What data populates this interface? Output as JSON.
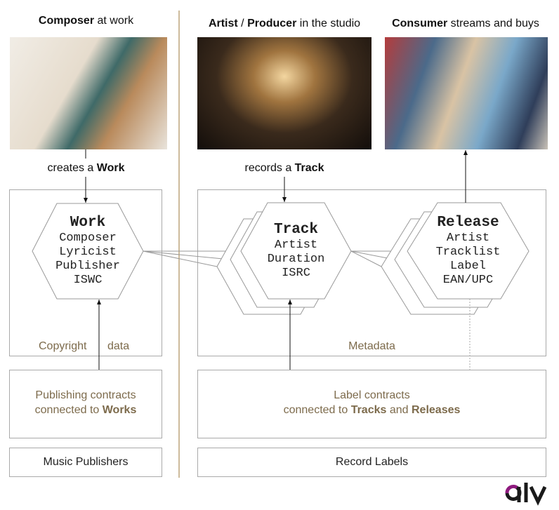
{
  "columns": {
    "composer": {
      "title_bold": "Composer",
      "title_rest": " at work",
      "action_prefix": "creates a ",
      "action_bold": "Work"
    },
    "artist": {
      "title_bold1": "Artist",
      "title_sep": " / ",
      "title_bold2": "Producer",
      "title_rest": " in the studio",
      "action_prefix": "records a ",
      "action_bold": "Track"
    },
    "consumer": {
      "title_bold": "Consumer",
      "title_rest": " streams and buys"
    }
  },
  "hexagons": {
    "work": {
      "title": "Work",
      "fields": [
        "Composer",
        "Lyricist",
        "Publisher",
        "ISWC"
      ]
    },
    "track": {
      "title": "Track",
      "fields": [
        "Artist",
        "Duration",
        "ISRC"
      ]
    },
    "release": {
      "title": "Release",
      "fields": [
        "Artist",
        "Tracklist",
        "Label",
        "EAN/UPC"
      ]
    }
  },
  "boxes": {
    "copyright_label_1": "Copyright",
    "copyright_label_2": "data",
    "metadata_label": "Metadata",
    "publishing": {
      "line1": "Publishing contracts",
      "line2_prefix": "connected to ",
      "line2_bold": "Works"
    },
    "label": {
      "line1": "Label contracts",
      "line2_prefix": "connected to ",
      "bold1": "Tracks",
      "mid": " and ",
      "bold2": "Releases"
    },
    "music_publishers": "Music Publishers",
    "record_labels": "Record Labels"
  },
  "logo": {
    "text": "alv",
    "accent": "#8e1a7e"
  },
  "colors": {
    "divider": "#cdbb9c",
    "tan_text": "#7d6b4c",
    "line": "#999999"
  }
}
